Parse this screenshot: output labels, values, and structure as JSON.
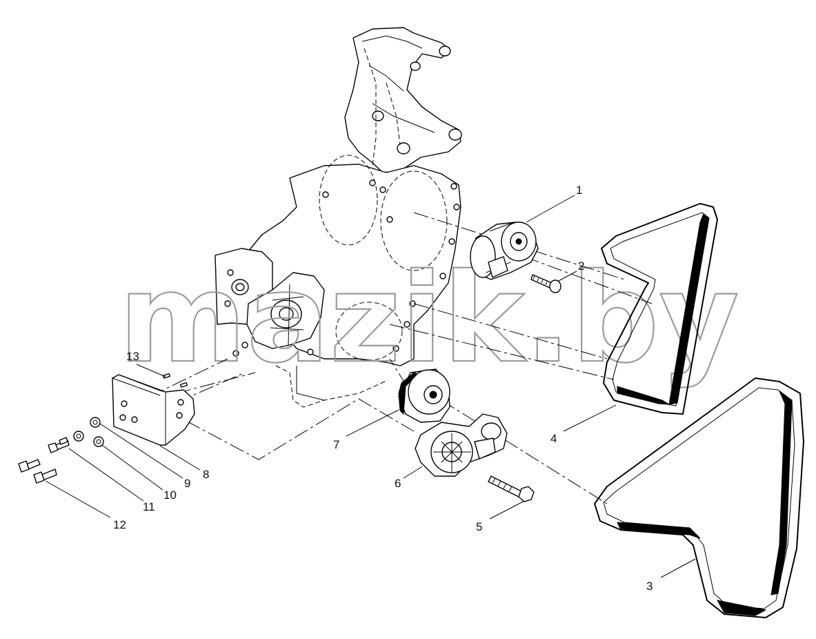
{
  "watermark": "mazik.by",
  "callouts": {
    "c1": "1",
    "c2": "2",
    "c3": "3",
    "c4": "4",
    "c5": "5",
    "c6": "6",
    "c7": "7",
    "c8": "8",
    "c9": "9",
    "c10": "10",
    "c11": "11",
    "c12": "12",
    "c13": "13"
  }
}
